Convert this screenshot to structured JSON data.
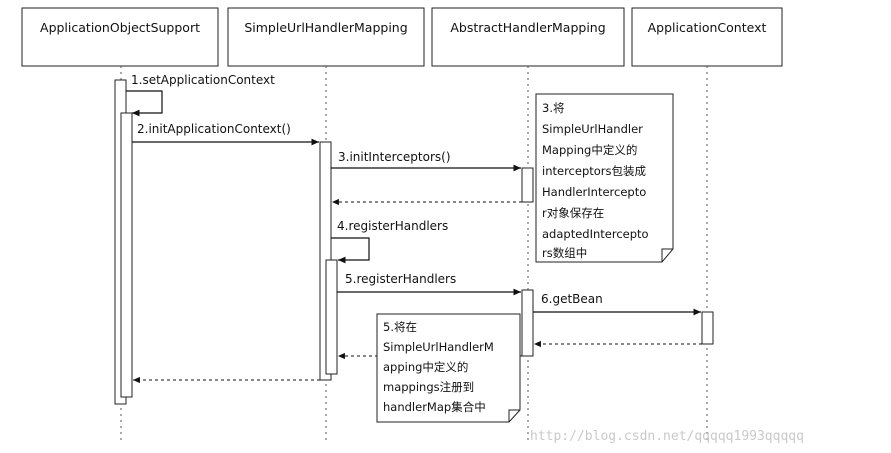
{
  "participants": [
    "ApplicationObjectSupport",
    "SimpleUrlHandlerMapping",
    "AbstractHandlerMapping",
    "ApplicationContext"
  ],
  "messages": {
    "m1": "1.setApplicationContext",
    "m2": "2.initApplicationContext()",
    "m3": "3.initInterceptors()",
    "m4": "4.registerHandlers",
    "m5": "5.registerHandlers",
    "m6": "6.getBean"
  },
  "note3": [
    "3.将",
    "SimpleUrlHandler",
    "Mapping中定义的",
    "interceptors包装成",
    "HandlerIntercepto",
    "r对象保存在",
    "adaptedIntercepto",
    "rs数组中"
  ],
  "note5": [
    "5.将在",
    "SimpleUrlHandlerM",
    "apping中定义的",
    "mappings注册到",
    "handlerMap集合中"
  ],
  "watermark": "http://blog.csdn.net/qqqqq1993qqqqq"
}
